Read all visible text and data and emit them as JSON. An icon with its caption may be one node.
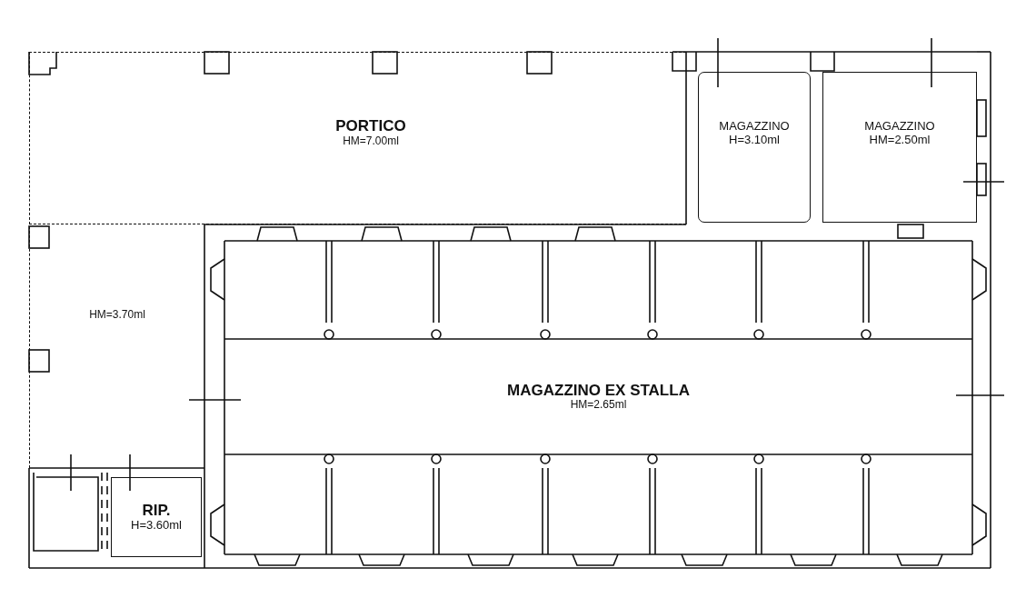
{
  "diagram": {
    "nodes": [
      {
        "text": [
          "PORTICO",
          "HM=7.00ml"
        ]
      },
      {
        "text": [
          "MAGAZZINO",
          "H=3.10ml"
        ]
      },
      {
        "text": [
          "MAGAZZINO",
          "HM=2.50ml"
        ]
      },
      {
        "text": [
          "HM=3.70ml"
        ]
      },
      {
        "text": [
          "MAGAZZINO EX STALLA",
          "HM=2.65ml"
        ]
      },
      {
        "text": [
          "RIP.",
          "H=3.60ml"
        ]
      }
    ]
  }
}
